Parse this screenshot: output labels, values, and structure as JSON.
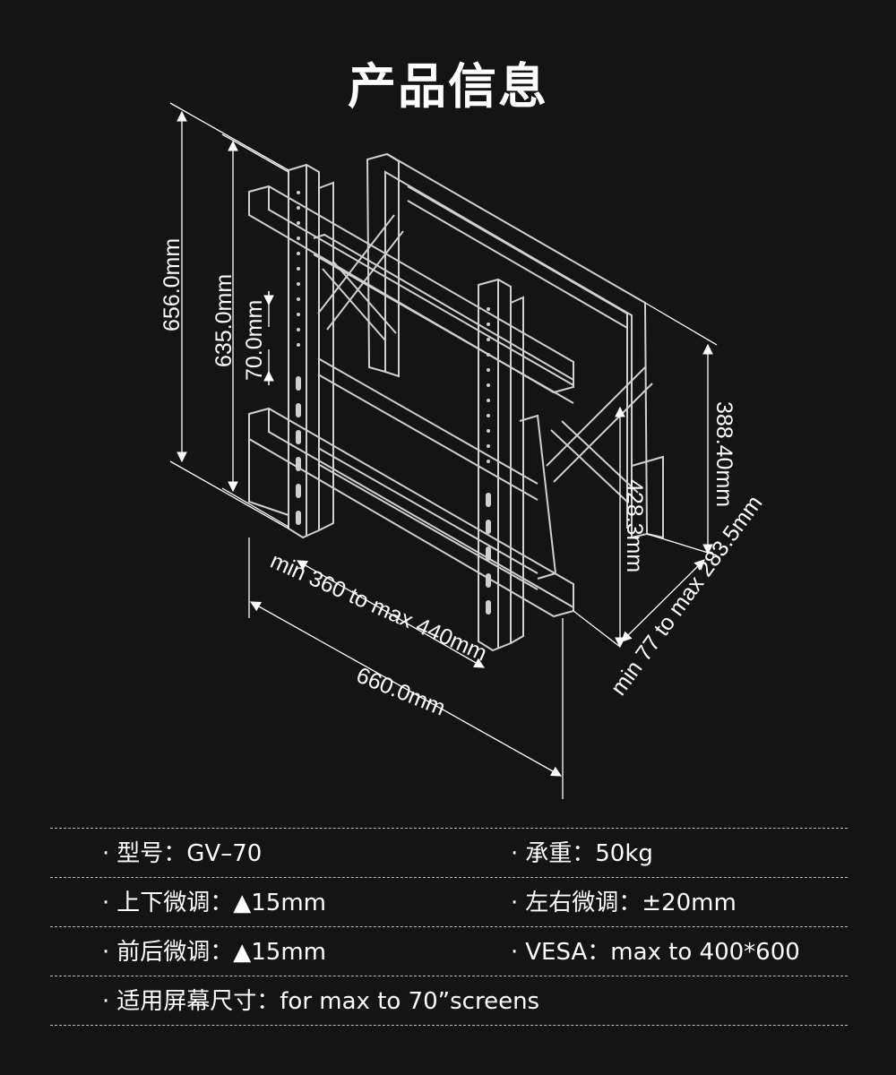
{
  "title": "产品信息",
  "dimensions": {
    "height_total": "656.0mm",
    "height_rail": "635.0mm",
    "height_adjust": "70.0mm",
    "width_range": "min 360 to max 440mm",
    "width_total": "660.0mm",
    "depth_right": "388.40mm",
    "depth_inner": "428.3mm",
    "depth_range": "min 77 to max 283.5mm"
  },
  "specs": [
    {
      "left": "型号：GV–70",
      "right": "承重：50kg"
    },
    {
      "left": "上下微调：▲15mm",
      "right": "左右微调：±20mm"
    },
    {
      "left": "前后微调：▲15mm",
      "right": "VESA：max to 400*600"
    },
    {
      "left": "适用屏幕尺寸：for max to 70”screens",
      "right": ""
    }
  ],
  "bullet": "·",
  "colors": {
    "background": "#141414",
    "line": "#d0d0d0",
    "text": "#ffffff"
  }
}
